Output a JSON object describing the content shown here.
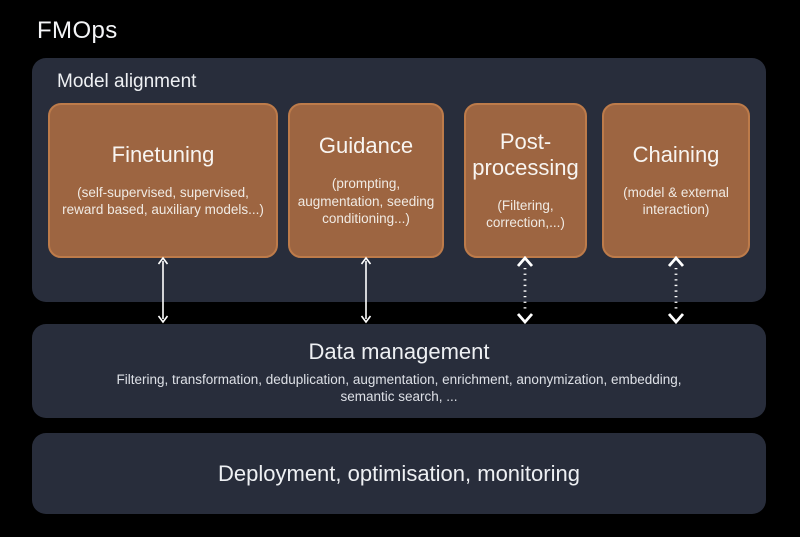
{
  "page": {
    "title": "FMOps"
  },
  "colors": {
    "background": "#000000",
    "panel": "#282d3b",
    "box_fill": "#9d6541",
    "box_border": "#bd7b4a",
    "text": "#f4f5f7",
    "arrow": "#ffffff"
  },
  "model_alignment": {
    "label": "Model alignment",
    "boxes": [
      {
        "title": "Finetuning",
        "subtitle": "(self-supervised, supervised, reward based, auxiliary models...)",
        "arrow_style": "solid"
      },
      {
        "title": "Guidance",
        "subtitle": "(prompting, augmentation, seeding conditioning...)",
        "arrow_style": "solid"
      },
      {
        "title": "Post-processing",
        "subtitle": "(Filtering, correction,...)",
        "arrow_style": "dotted"
      },
      {
        "title": "Chaining",
        "subtitle": "(model & external interaction)",
        "arrow_style": "dotted"
      }
    ]
  },
  "data_management": {
    "title": "Data management",
    "subtitle": "Filtering, transformation, deduplication, augmentation, enrichment, anonymization, embedding, semantic search, ..."
  },
  "deployment": {
    "title": "Deployment, optimisation, monitoring"
  }
}
